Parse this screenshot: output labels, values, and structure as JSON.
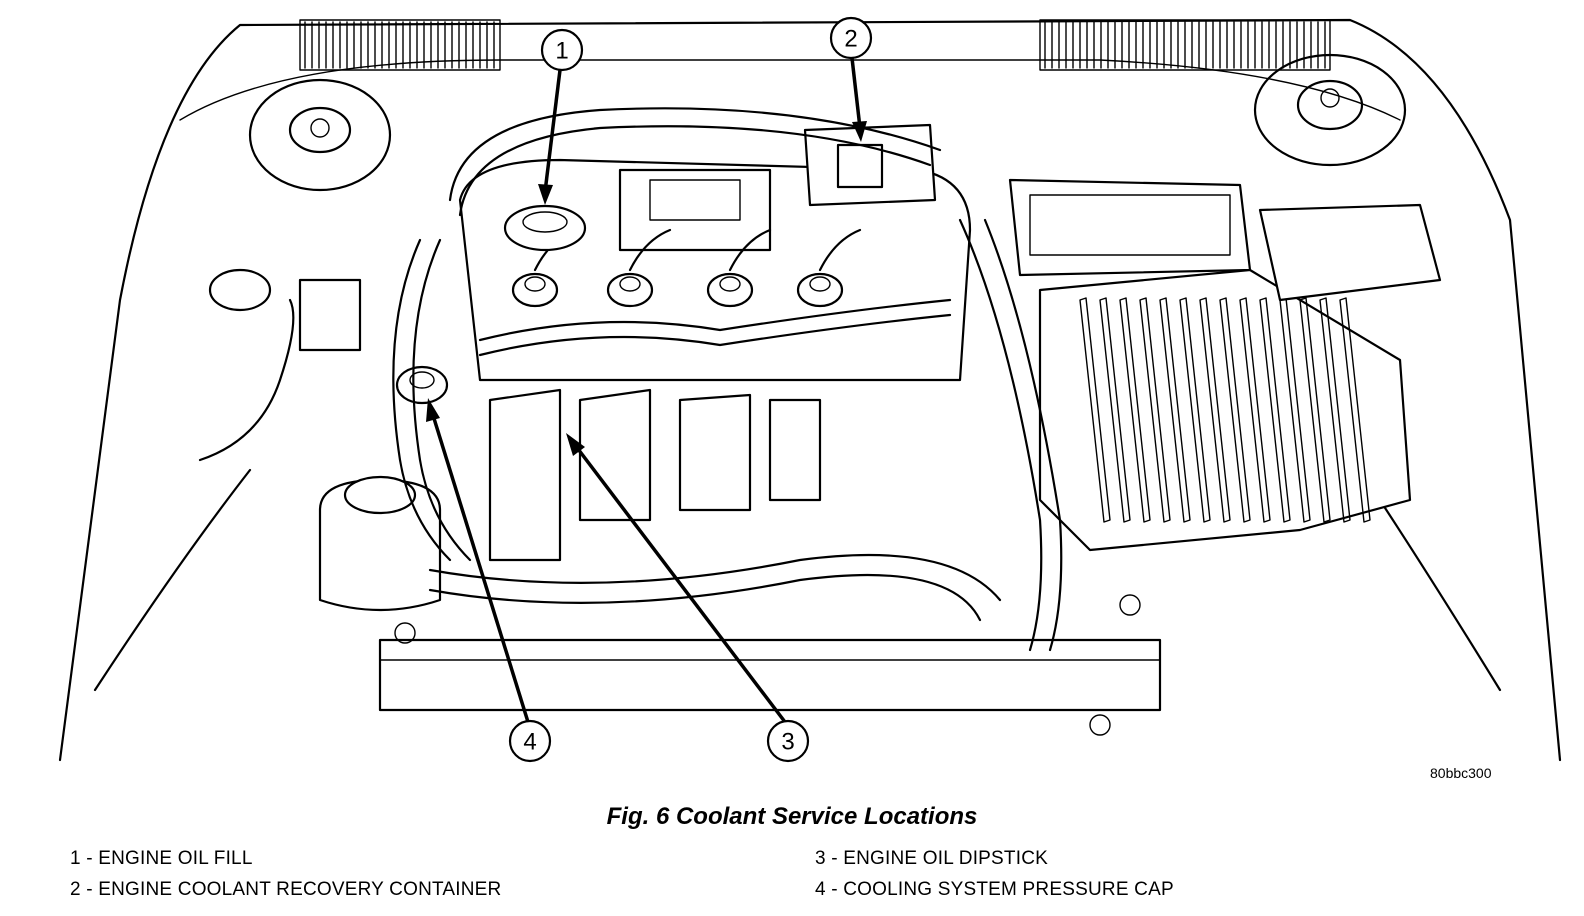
{
  "figure": {
    "caption": "Fig. 6 Coolant Service Locations",
    "reference_code": "80bbc300"
  },
  "callouts": [
    {
      "number": "1",
      "label": "ENGINE OIL FILL"
    },
    {
      "number": "2",
      "label": "ENGINE COOLANT RECOVERY CONTAINER"
    },
    {
      "number": "3",
      "label": "ENGINE OIL DIPSTICK"
    },
    {
      "number": "4",
      "label": "COOLING SYSTEM PRESSURE CAP"
    }
  ],
  "legend": [
    {
      "text": "1 - ENGINE OIL FILL"
    },
    {
      "text": "2 - ENGINE COOLANT RECOVERY CONTAINER"
    },
    {
      "text": "3 - ENGINE OIL DIPSTICK"
    },
    {
      "text": "4 - COOLING SYSTEM PRESSURE CAP"
    }
  ]
}
